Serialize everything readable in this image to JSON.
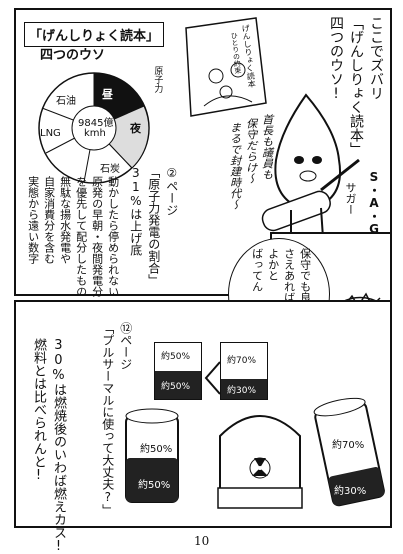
{
  "page": {
    "number": "10"
  },
  "panel1": {
    "box_title": "「げんしりょく読本」",
    "box_subtitle": "四つのウソ",
    "pie": {
      "center_value": "9845億",
      "center_unit": "kmh",
      "labels": {
        "oil": "石油",
        "lng": "LNG",
        "coal": "石炭",
        "day": "昼",
        "night": "夜",
        "nuclear": "原子力"
      }
    },
    "book_title": "げんしりょく読本",
    "book_subtitle": "ひとりの約束",
    "narration": [
      "ここでズバリ",
      "「げんしりょく読本」",
      "四つのウソ!"
    ],
    "caption_lines": [
      "②ページ",
      "「原子力発電の割合」",
      "31%は上げ底"
    ],
    "explain_lines": [
      "動かしたら停められない",
      "原発の早朝・夜間発電分",
      "を優先して配分したもの",
      "無駄な揚水発電や",
      "自家消費分を含む",
      "実態から遠い数字"
    ],
    "chant_lines": [
      "首長も議員も",
      "保守だらけ〜",
      "まるで封建時代〜"
    ],
    "saga": "S・A・G・A",
    "sagaa": "サガー"
  },
  "panel2": {
    "bubble_lines": [
      "保守でも良識",
      "さえあれば",
      "よかと",
      "ばってん……"
    ]
  },
  "panel3": {
    "caption_lines": [
      "⑫ページ",
      "「プルサーマルに使って大丈夫?」"
    ],
    "narration": [
      "30%は燃焼後のいわば燃えカス!",
      "燃料とは比べられんと!"
    ],
    "bar_a_top": "約50%",
    "bar_a_bottom": "約50%",
    "bar_b_top": "約70%",
    "bar_b_bottom": "約30%",
    "can_a_top": "約50%",
    "can_a_bottom": "約50%",
    "can_b_top": "約70%",
    "can_b_bottom": "約30%"
  }
}
